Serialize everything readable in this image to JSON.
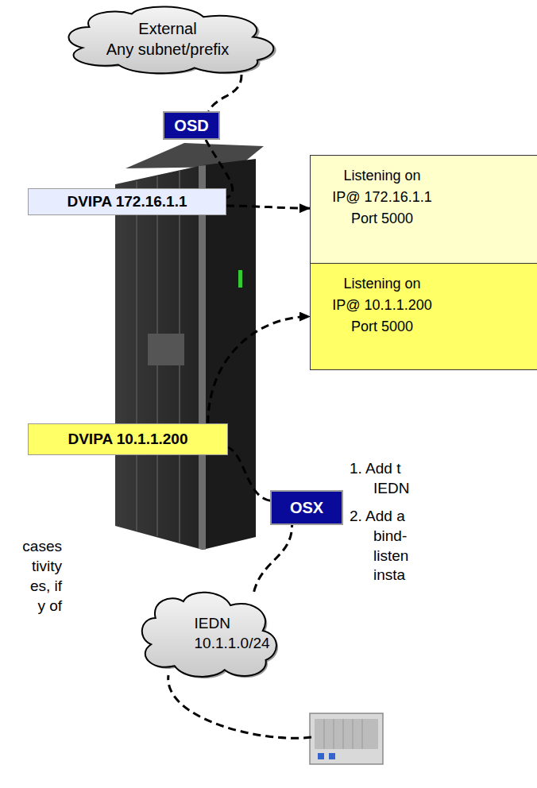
{
  "diagram": {
    "nodes": [
      {
        "text": [
          "External",
          "Any subnet/prefix"
        ]
      },
      {
        "text": [
          "OSD"
        ]
      },
      {
        "text": [
          "DVIPA 172.16.1.1"
        ]
      },
      {
        "text": [
          "Listening on IP@ 172.16.1.1 Port 5000"
        ]
      },
      {
        "text": [
          "Listening on IP@ 10.1.1.200 Port 5000"
        ]
      },
      {
        "text": [
          "DVIPA 10.1.1.200"
        ]
      },
      {
        "text": [
          "OSX"
        ]
      },
      {
        "text": [
          "IEDN 10.1.1.0/24"
        ]
      }
    ],
    "edges": [
      {
        "from": 0,
        "to": 1,
        "arrow": "none"
      },
      {
        "from": 1,
        "to": 2,
        "arrow": "none"
      },
      {
        "from": 2,
        "to": 3,
        "arrow": "to"
      },
      {
        "from": 7,
        "to": 6,
        "arrow": "none"
      },
      {
        "from": 6,
        "to": 5,
        "arrow": "none"
      },
      {
        "from": 5,
        "to": 4,
        "arrow": "to"
      }
    ],
    "labels": [
      "1. Add t",
      "IEDN",
      "2. Add a",
      "bind-",
      "listen",
      "insta",
      "cases",
      "tivity",
      "es, if",
      "y of"
    ]
  }
}
